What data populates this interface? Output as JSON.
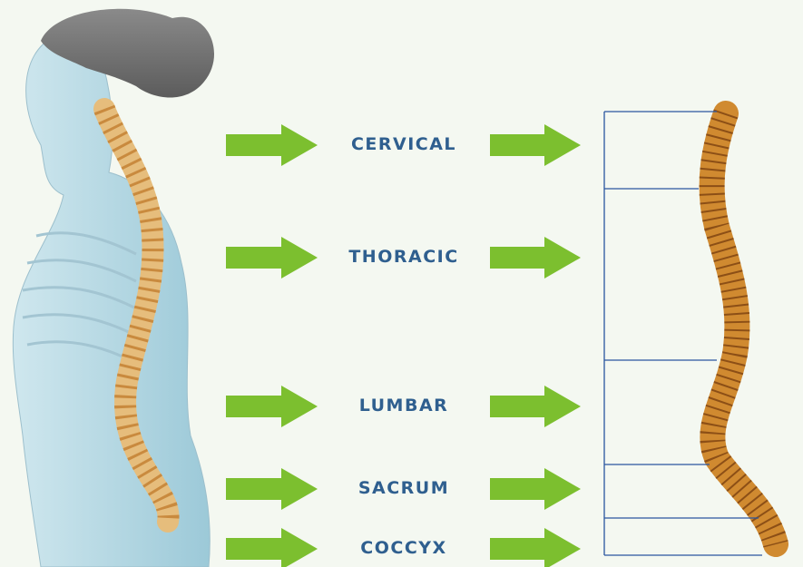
{
  "colors": {
    "background": "#f4f8f1",
    "arrow": "#7cbf2f",
    "label_text": "#2f5f8f",
    "bracket_line": "#2a56a0",
    "spine_bone": "#d08a30",
    "body_skin": "#b9dbe5"
  },
  "regions": [
    {
      "key": "cervical",
      "label": "CERVICAL"
    },
    {
      "key": "thoracic",
      "label": "THORACIC"
    },
    {
      "key": "lumbar",
      "label": "LUMBAR"
    },
    {
      "key": "sacrum",
      "label": "SACRUM"
    },
    {
      "key": "coccyx",
      "label": "COCCYX"
    }
  ]
}
